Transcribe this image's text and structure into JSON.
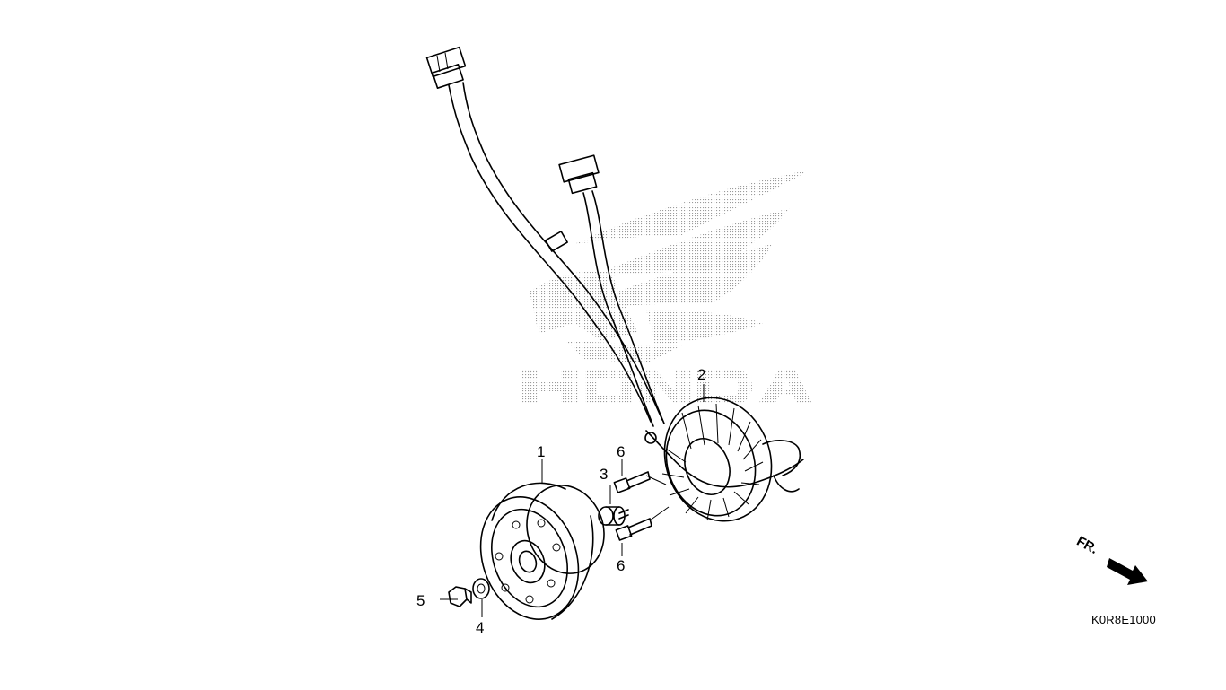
{
  "diagram": {
    "watermark_logo_text": "HONDA",
    "diagram_code": "K0R8E1000",
    "front_indicator": "FR.",
    "callouts": [
      {
        "id": "1",
        "label": "1"
      },
      {
        "id": "2",
        "label": "2"
      },
      {
        "id": "3",
        "label": "3"
      },
      {
        "id": "4",
        "label": "4"
      },
      {
        "id": "5",
        "label": "5"
      },
      {
        "id": "6a",
        "label": "6"
      },
      {
        "id": "6b",
        "label": "6"
      }
    ]
  }
}
